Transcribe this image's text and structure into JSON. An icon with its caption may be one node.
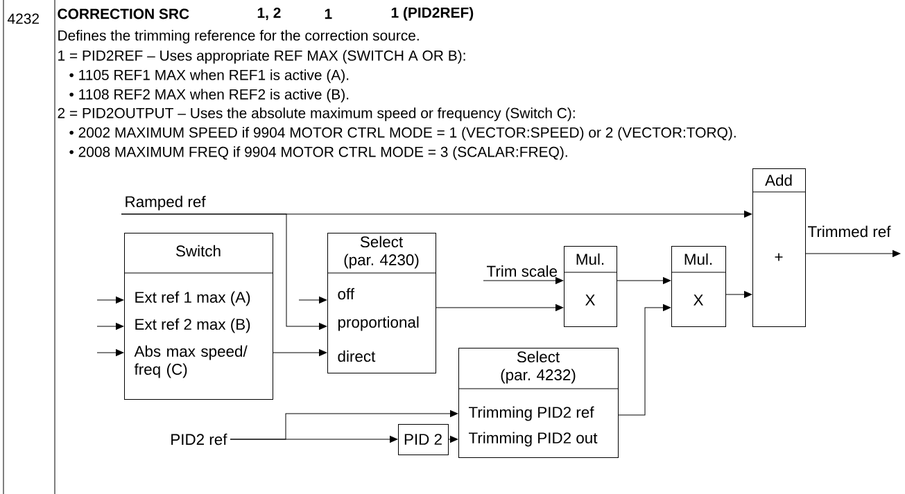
{
  "diagram": {
    "nodes": [
      {
        "text": [
          "Switch",
          "Ext ref 1 max (A)",
          "Ext ref 2 max (B)",
          "Abs max speed/ freq (C)"
        ]
      },
      {
        "text": [
          "Select (par. 4230)",
          "off",
          "proportional",
          "direct"
        ]
      },
      {
        "text": [
          "Mul.",
          "X"
        ]
      },
      {
        "text": [
          "Mul.",
          "X"
        ]
      },
      {
        "text": [
          "Add",
          "+"
        ]
      },
      {
        "text": [
          "Select (par. 4232)",
          "Trimming PID2 ref",
          "Trimming PID2 out"
        ]
      },
      {
        "text": [
          "PID 2"
        ]
      },
      {
        "text": [
          "Ramped ref"
        ]
      },
      {
        "text": [
          "Trim scale"
        ]
      },
      {
        "text": [
          "PID2 ref"
        ]
      }
    ],
    "edges": [
      {
        "from": null,
        "to": 0,
        "arrow": "to"
      },
      {
        "from": null,
        "to": 0,
        "arrow": "to"
      },
      {
        "from": null,
        "to": 0,
        "arrow": "to"
      },
      {
        "from": null,
        "to": 1,
        "arrow": "to"
      },
      {
        "from": 7,
        "to": 4,
        "arrow": "to"
      },
      {
        "from": 7,
        "to": 1,
        "arrow": "to"
      },
      {
        "from": 0,
        "to": 1,
        "arrow": "to"
      },
      {
        "from": 1,
        "to": 2,
        "arrow": "to"
      },
      {
        "from": 8,
        "to": 2,
        "arrow": "to"
      },
      {
        "from": 2,
        "to": 3,
        "arrow": "to"
      },
      {
        "from": 5,
        "to": 3,
        "arrow": "to"
      },
      {
        "from": 3,
        "to": 4,
        "arrow": "to"
      },
      {
        "from": 4,
        "to": null,
        "arrow": "to",
        "label": "Trimmed ref"
      },
      {
        "from": 9,
        "to": 5,
        "arrow": "to"
      },
      {
        "from": 9,
        "to": 6,
        "arrow": "to"
      },
      {
        "from": 6,
        "to": 5,
        "arrow": "to"
      }
    ],
    "labels": [
      "4232",
      "CORRECTION SRC",
      "1, 2",
      "1",
      "1 (PID2REF)",
      "Defines the trimming reference for the correction source.",
      "1 = PID2REF – Uses appropriate REF MAX (SWITCH A OR B):",
      "• 1105 REF1 MAX when REF1 is active (A).",
      "• 1108 REF2 MAX when REF2 is active (B).",
      "2 = PID2OUTPUT – Uses the absolute maximum speed or frequency (Switch C):",
      "• 2002 MAXIMUM SPEED if 9904 MOTOR CTRL MODE = 1 (VECTOR:SPEED) or 2 (VECTOR:TORQ).",
      "• 2008 MAXIMUM FREQ if 9904 MOTOR CTRL MODE = 3 (SCALAR:FREQ)."
    ]
  }
}
